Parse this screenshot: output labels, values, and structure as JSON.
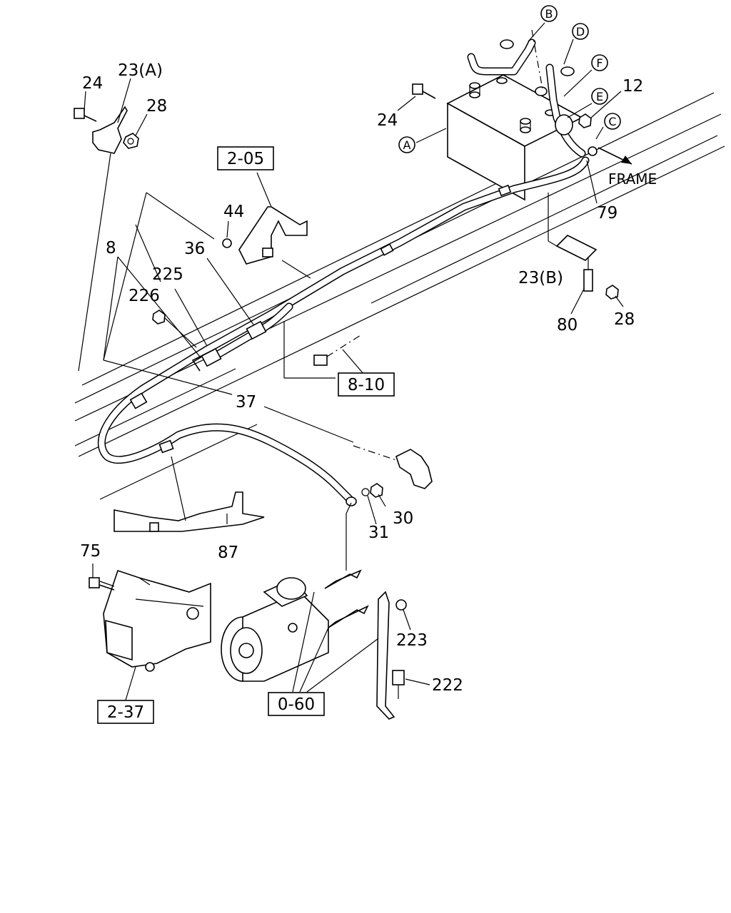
{
  "labels": {
    "p24_top": "24",
    "p23a": "23(A)",
    "p28_top": "28",
    "p24_mid": "24",
    "p12": "12",
    "p44": "44",
    "p8": "8",
    "p36": "36",
    "p225": "225",
    "p226": "226",
    "p79": "79",
    "p23b": "23(B)",
    "p80": "80",
    "p28_bot": "28",
    "p37": "37",
    "p30": "30",
    "p31": "31",
    "p87": "87",
    "p75": "75",
    "p223": "223",
    "p222": "222",
    "frame": "FRAME"
  },
  "refs": {
    "r205": "2-05",
    "r810": "8-10",
    "r237": "2-37",
    "r060": "0-60"
  },
  "callouts": {
    "a": "A",
    "b": "B",
    "c": "C",
    "d": "D",
    "e": "E",
    "f": "F"
  }
}
